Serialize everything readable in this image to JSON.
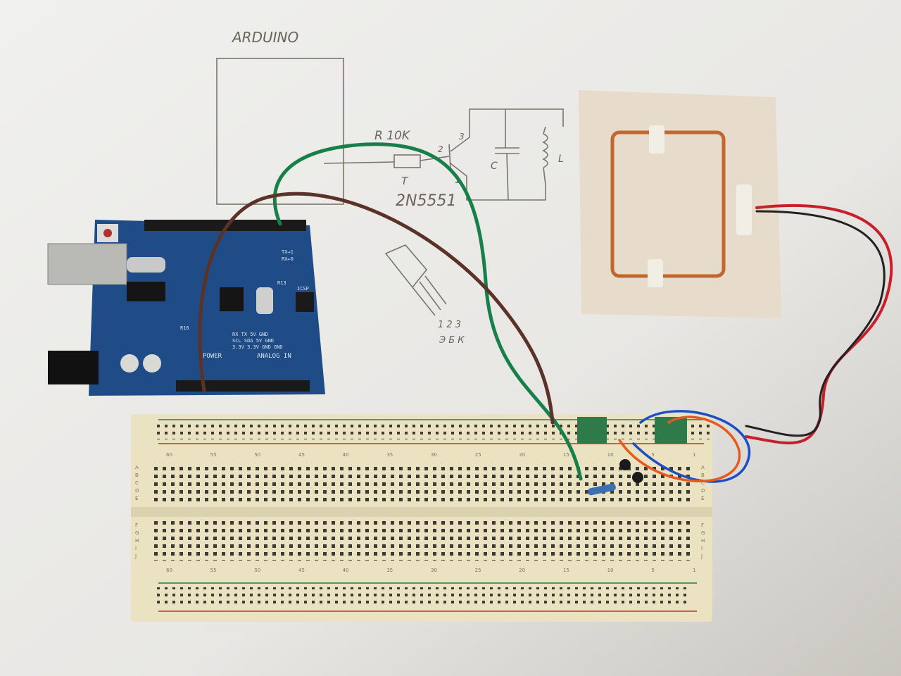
{
  "sketch": {
    "title": "ARDUINO",
    "resistor_label": "R 10K",
    "transistor_label": "T",
    "transistor_part": "2N5551",
    "pin_2": "2",
    "pin_3": "3",
    "pin_1": "1",
    "capacitor_label": "C",
    "inductor_label": "L",
    "pinout_numbers": "1 2 3",
    "pinout_letters": "Э Б К"
  },
  "arduino_board": {
    "power_label": "POWER",
    "analog_label": "ANALOG IN",
    "header_row1": "RX  TX  5V  GND",
    "header_row2": "SCL SDA 5V  GND",
    "header_row3": "3.3V 3.3V GND GND",
    "tx_label": "TX→1",
    "rx_label": "RX←0",
    "icsp_label": "ICSP",
    "r13": "R13",
    "r16": "R16"
  },
  "breadboard": {
    "column_numbers": [
      "60",
      "55",
      "50",
      "45",
      "40",
      "35",
      "30",
      "25",
      "20",
      "15",
      "10",
      "5",
      "1"
    ],
    "rows_top": [
      "A",
      "B",
      "C",
      "D",
      "E"
    ],
    "rows_bottom": [
      "F",
      "G",
      "H",
      "I",
      "J"
    ]
  },
  "colors": {
    "paper": "#e6e5e2",
    "board_blue": "#1f4c86",
    "breadboard": "#ebe2c2",
    "green_wire": "#17804a",
    "brown_wire": "#5a3228",
    "red_wire": "#c8202a",
    "copper": "#c2662e"
  }
}
